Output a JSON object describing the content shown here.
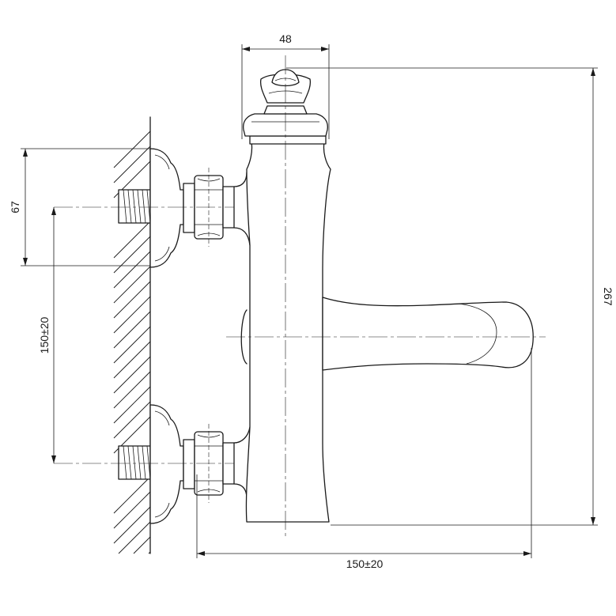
{
  "dimensions": {
    "top_width": "48",
    "total_height": "267",
    "upper_offset": "67",
    "inlet_spacing": "150±20",
    "projection": "150±20"
  }
}
